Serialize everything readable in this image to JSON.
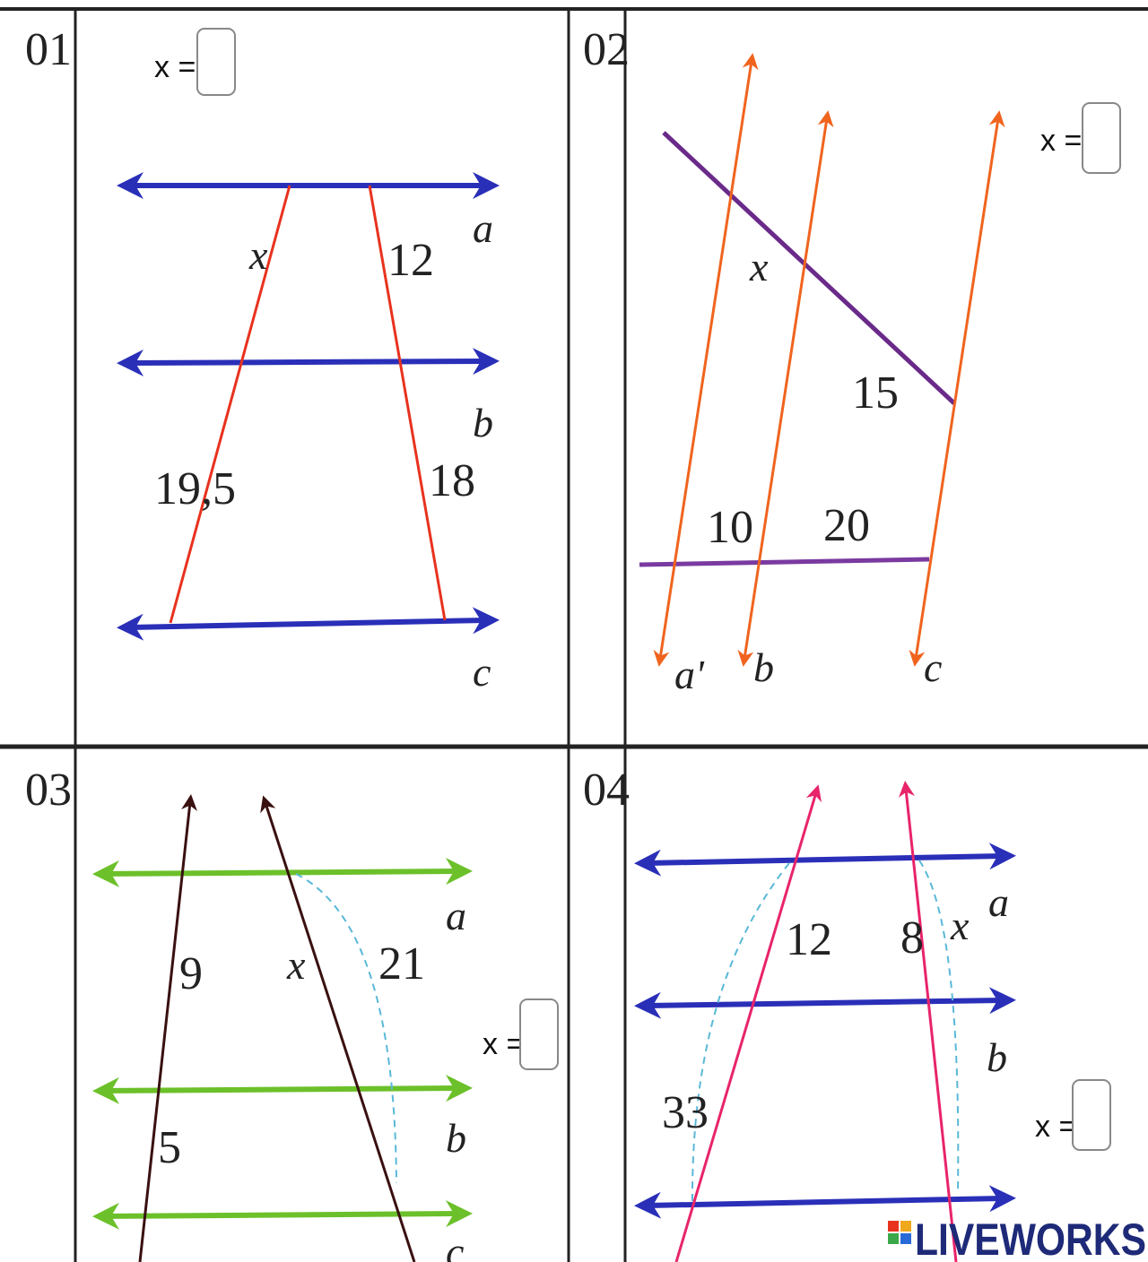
{
  "worksheet": {
    "cells": [
      {
        "number": "01",
        "answer": {
          "label": "x =",
          "value": ""
        },
        "line_labels": [
          "a",
          "b",
          "c"
        ],
        "segment_labels": {
          "x": "x",
          "s12": "12",
          "s195": "19,5",
          "s18": "18"
        }
      },
      {
        "number": "02",
        "answer": {
          "label": "x =",
          "value": ""
        },
        "line_labels": [
          "a'",
          "b",
          "c"
        ],
        "segment_labels": {
          "x": "x",
          "s15": "15",
          "s10": "10",
          "s20": "20"
        }
      },
      {
        "number": "03",
        "answer": {
          "label": "x =",
          "value": ""
        },
        "line_labels": [
          "a",
          "b",
          "c"
        ],
        "segment_labels": {
          "s9": "9",
          "x": "x",
          "s21": "21",
          "s5": "5"
        }
      },
      {
        "number": "04",
        "answer": {
          "label": "x =",
          "value": ""
        },
        "line_labels": [
          "a",
          "b"
        ],
        "segment_labels": {
          "s12": "12",
          "s8": "8",
          "x": "x",
          "s33": "33"
        }
      }
    ]
  },
  "branding": {
    "logo_text": "LIVEWORKS"
  },
  "colors": {
    "blue_line": "#2a2fb8",
    "red_transversal": "#e8321e",
    "orange_transversal": "#f0641e",
    "purple_line": "#6a2a8a",
    "green_line": "#6cc02a",
    "dark_transversal": "#3a1010",
    "pink_transversal": "#e8246a",
    "dashed_arc": "#5ab8d8",
    "grid_border": "#222222"
  }
}
